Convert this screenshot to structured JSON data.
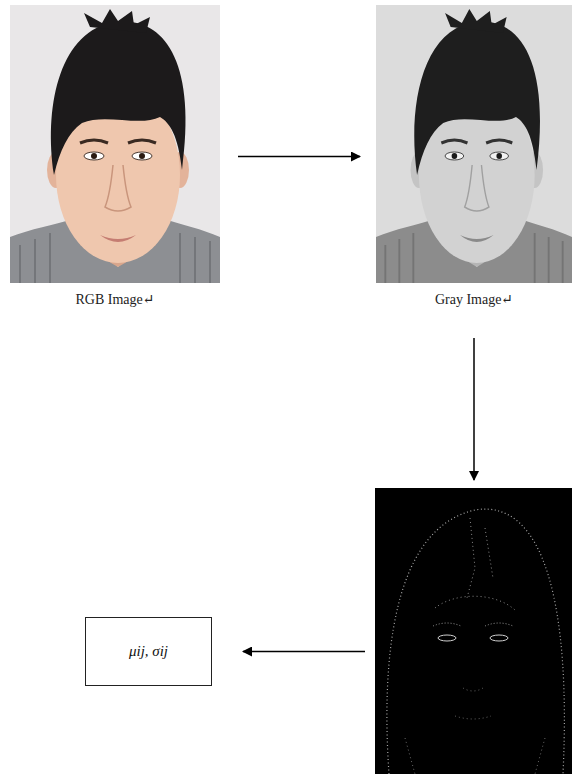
{
  "diagram": {
    "nodes": [
      {
        "text": [
          "RGB Image↵"
        ]
      },
      {
        "text": [
          "Gray Image↵"
        ]
      },
      {
        "text": []
      },
      {
        "text": [
          "μij, σij"
        ]
      }
    ],
    "edges": [
      {
        "from": 0,
        "to": 1,
        "arrow": "to"
      },
      {
        "from": 1,
        "to": 2,
        "arrow": "to"
      },
      {
        "from": 2,
        "to": 3,
        "arrow": "to"
      }
    ]
  }
}
